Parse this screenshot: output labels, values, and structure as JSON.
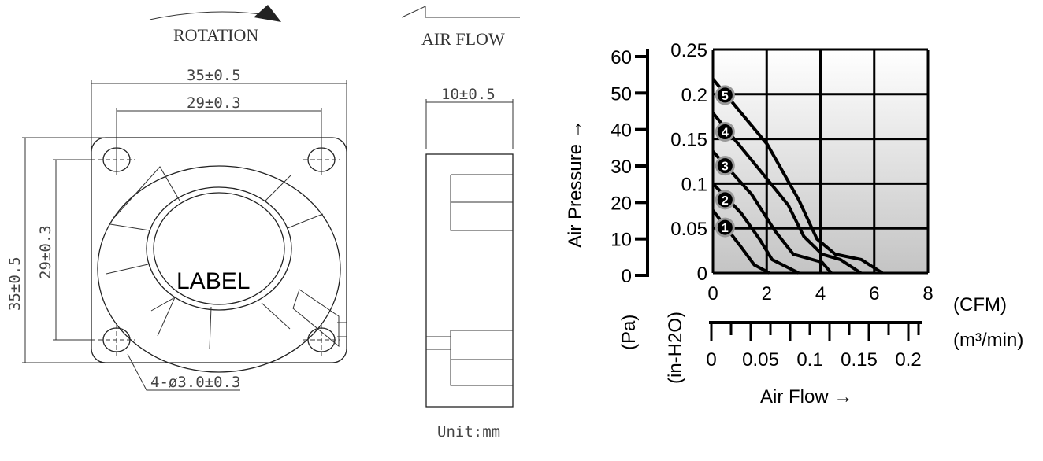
{
  "front_view": {
    "rotation_label": "ROTATION",
    "width_outer": "35±0.5",
    "width_holes": "29±0.3",
    "height_outer": "35±0.5",
    "height_holes": "29±0.3",
    "hub_label": "LABEL",
    "hole_spec": "4-ø3.0±0.3"
  },
  "side_view": {
    "airflow_label": "AIR FLOW",
    "thickness": "10±0.5",
    "unit": "Unit:mm"
  },
  "chart_data": {
    "type": "line",
    "title": "",
    "xlabel": "Air Flow →",
    "ylabel": "Air Pressure →",
    "x_unit_primary": "(CFM)",
    "x_unit_secondary": "(m³/min)",
    "y_unit_primary": "(in-H2O)",
    "y_unit_secondary": "(Pa)",
    "xlim": [
      0,
      8
    ],
    "ylim": [
      0,
      0.25
    ],
    "x_ticks": [
      "0",
      "2",
      "4",
      "6",
      "8"
    ],
    "y_ticks": [
      "0",
      "0.05",
      "0.1",
      "0.15",
      "0.2",
      "0.25"
    ],
    "x2_ticks": [
      "0",
      "0.05",
      "0.1",
      "0.15",
      "0.2"
    ],
    "x2lim": [
      0,
      0.2
    ],
    "y2_ticks": [
      "0",
      "10",
      "20",
      "30",
      "40",
      "50",
      "60"
    ],
    "y2lim": [
      0,
      60
    ],
    "grid": true,
    "series": [
      {
        "name": "1",
        "x": [
          0,
          1.05,
          1.54,
          2.1
        ],
        "y": [
          0.07,
          0.029,
          0.009,
          0
        ],
        "badge": [
          0.45,
          0.051
        ]
      },
      {
        "name": "2",
        "x": [
          0,
          1.05,
          1.73,
          2.2,
          3.19
        ],
        "y": [
          0.1,
          0.067,
          0.038,
          0.015,
          0
        ],
        "badge": [
          0.45,
          0.082
        ]
      },
      {
        "name": "3",
        "x": [
          0,
          1.44,
          2.31,
          2.99,
          4.06,
          4.4
        ],
        "y": [
          0.136,
          0.088,
          0.047,
          0.021,
          0.012,
          0
        ],
        "badge": [
          0.45,
          0.12
        ]
      },
      {
        "name": "4",
        "x": [
          0,
          2.02,
          2.8,
          3.38,
          4.06,
          4.74,
          5.5
        ],
        "y": [
          0.179,
          0.105,
          0.076,
          0.041,
          0.021,
          0.015,
          0
        ],
        "badge": [
          0.45,
          0.158
        ]
      },
      {
        "name": "5",
        "x": [
          0,
          2.02,
          3.19,
          3.87,
          4.55,
          5.52,
          6.3
        ],
        "y": [
          0.217,
          0.144,
          0.082,
          0.038,
          0.021,
          0.015,
          0
        ],
        "badge": [
          0.45,
          0.199
        ]
      }
    ]
  }
}
